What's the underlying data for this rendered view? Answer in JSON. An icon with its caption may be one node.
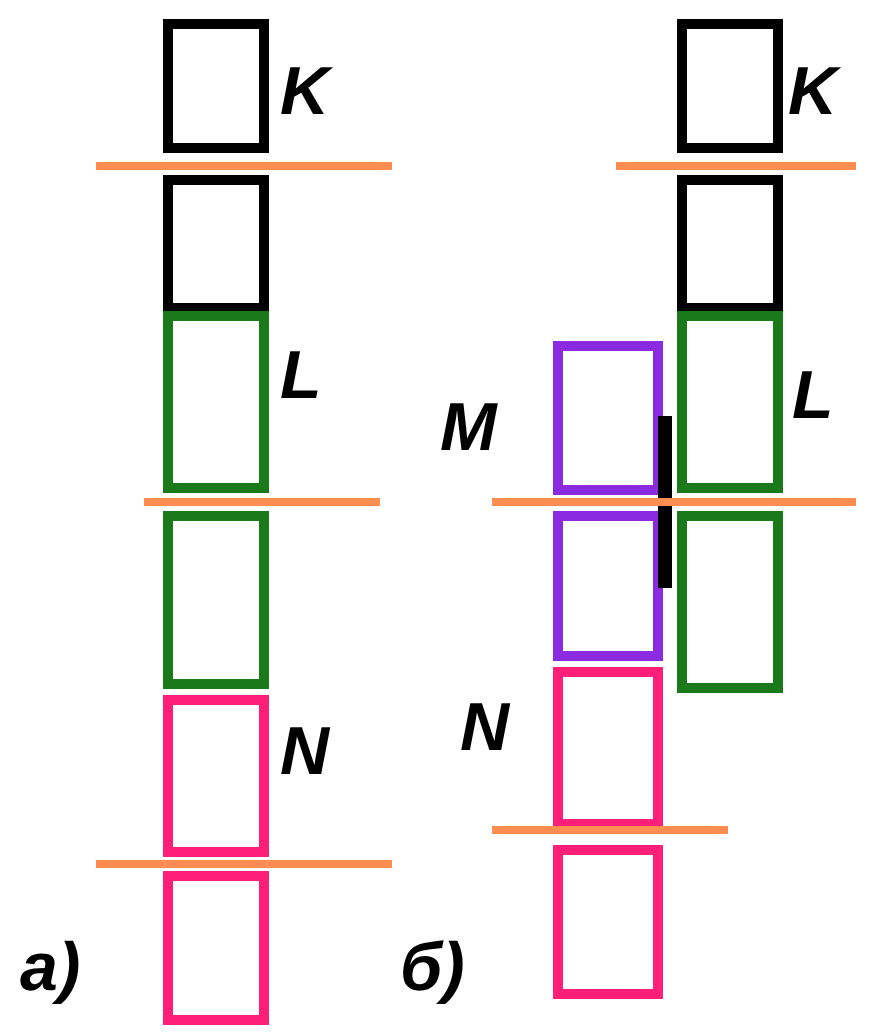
{
  "diagram": {
    "labels": [
      "K",
      "L",
      "N",
      "а)",
      "K",
      "M",
      "L",
      "N",
      "б)"
    ]
  }
}
